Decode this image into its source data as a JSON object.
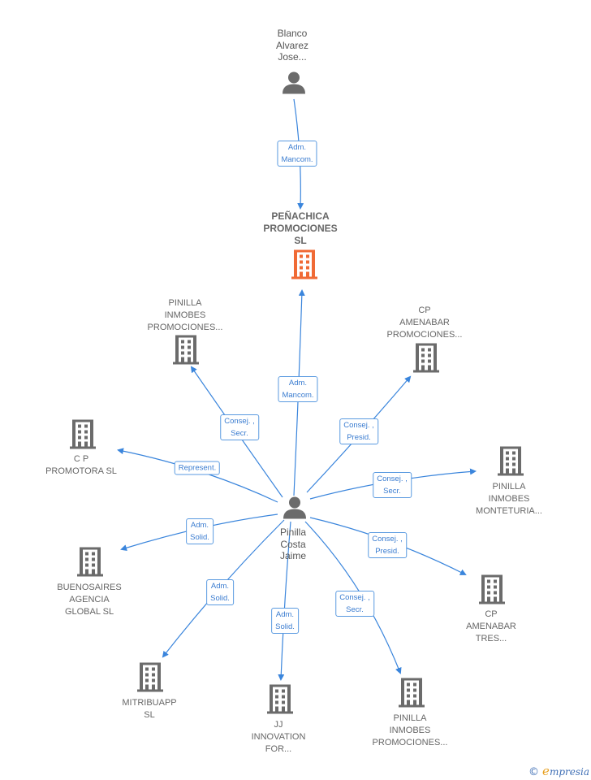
{
  "colors": {
    "edge": "#3a85dc",
    "company": "#6b6b6b",
    "focus_company": "#f06a35",
    "person": "#6b6b6b"
  },
  "nodes": {
    "top_person": {
      "label": "Blanco\nAlvarez\nJose...",
      "icon": "person-icon"
    },
    "focus": {
      "label": "PEÑACHICA\nPROMOCIONES\nSL",
      "icon": "building-icon"
    },
    "center_person": {
      "label": "Pinilla\nCosta\nJaime",
      "icon": "person-icon"
    },
    "pinilla_inmobes_prom_1": {
      "label": "PINILLA\nINMOBES\nPROMOCIONES...",
      "icon": "building-icon"
    },
    "cp_amenabar_prom": {
      "label": "CP\nAMENABAR\nPROMOCIONES...",
      "icon": "building-icon"
    },
    "cp_promotora": {
      "label": "C P\nPROMOTORA SL",
      "icon": "building-icon"
    },
    "pinilla_inmobes_monteturia": {
      "label": "PINILLA\nINMOBES\nMONTETURIA...",
      "icon": "building-icon"
    },
    "buenosaires": {
      "label": "BUENOSAIRES\nAGENCIA\nGLOBAL  SL",
      "icon": "building-icon"
    },
    "cp_amenabar_tres": {
      "label": "CP\nAMENABAR\nTRES...",
      "icon": "building-icon"
    },
    "mitribuapp": {
      "label": "MITRIBUAPP\nSL",
      "icon": "building-icon"
    },
    "jj_innovation": {
      "label": "JJ\nINNOVATION\nFOR...",
      "icon": "building-icon"
    },
    "pinilla_inmobes_prom_2": {
      "label": "PINILLA\nINMOBES\nPROMOCIONES...",
      "icon": "building-icon"
    }
  },
  "edges": {
    "top_to_focus": "Adm.\nMancom.",
    "center_to_focus": "Adm.\nMancom.",
    "center_to_pinilla_prom_1": "Consej. ,\nSecr.",
    "center_to_cp_amenabar_prom": "Consej. ,\nPresid.",
    "center_to_cp_promotora": "Represent.",
    "center_to_monteturia": "Consej. ,\nSecr.",
    "center_to_buenosaires": "Adm.\nSolid.",
    "center_to_cp_amenabar_tres": "Consej. ,\nPresid.",
    "center_to_mitribuapp": "Adm.\nSolid.",
    "center_to_jj_innovation": "Adm.\nSolid.",
    "center_to_pinilla_prom_2": "Consej. ,\nSecr."
  },
  "brand": {
    "copyright": "©",
    "name_initial": "e",
    "name_rest": "mpresia"
  }
}
